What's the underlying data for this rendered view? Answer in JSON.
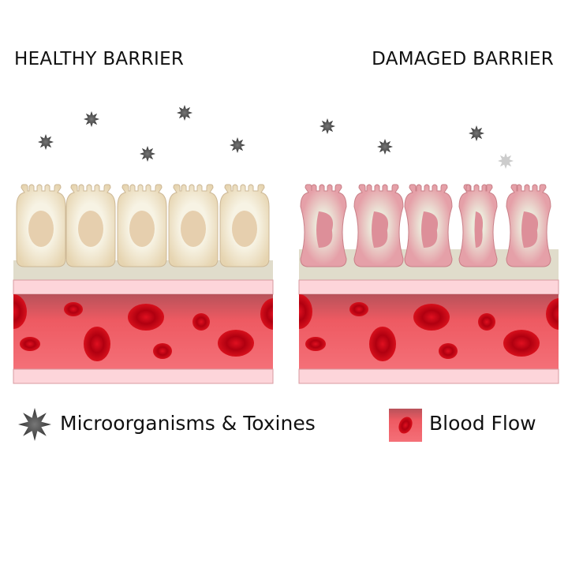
{
  "titles": {
    "healthy": "HEALTHY BARRIER",
    "damaged": "DAMAGED BARRIER"
  },
  "legend": {
    "microorganisms": {
      "label": "Microorganisms & Toxines",
      "icon": "star-microbe-icon"
    },
    "blood": {
      "label": "Blood Flow",
      "icon": "red-blood-cell-icon"
    }
  },
  "colors": {
    "cell_healthy": "#efe3c8",
    "nucleus_healthy": "#e6cfae",
    "cell_damaged": "#e6a0a8",
    "nucleus_damaged": "#dd8f99",
    "base": "#e0dccb",
    "vessel_wall": "#fdd5da",
    "blood": "#ee5a62",
    "rbc": "#c8000e",
    "microbe": "#444444"
  }
}
